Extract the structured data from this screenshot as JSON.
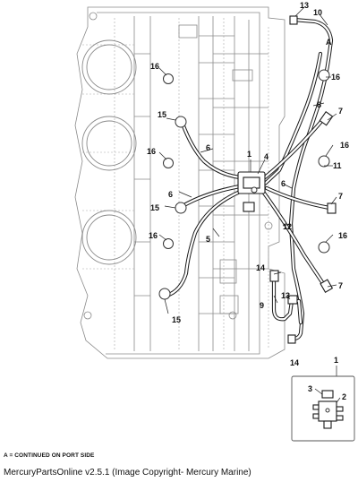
{
  "callouts": {
    "c1_main": "1",
    "c1_inset": "1",
    "c2": "2",
    "c3": "3",
    "c4": "4",
    "c5": "5",
    "c6_a": "6",
    "c6_b": "6",
    "c6_c": "6",
    "c7_a": "7",
    "c7_b": "7",
    "c7_c": "7",
    "c8": "8",
    "c9": "9",
    "c10": "10",
    "c11": "11",
    "c12": "12",
    "c13_a": "13",
    "c13_b": "13",
    "c14_a": "14",
    "c14_b": "14",
    "c15_a": "15",
    "c15_b": "15",
    "c15_c": "15",
    "c16_a": "16",
    "c16_b": "16",
    "c16_c": "16",
    "c16_d": "16",
    "c16_e": "16",
    "c16_f": "16",
    "cA": "A"
  },
  "footnote": "A = CONTINUED ON PORT SIDE",
  "credit": "MercuryPartsOnline v2.5.1 (Image Copyright- Mercury Marine)"
}
